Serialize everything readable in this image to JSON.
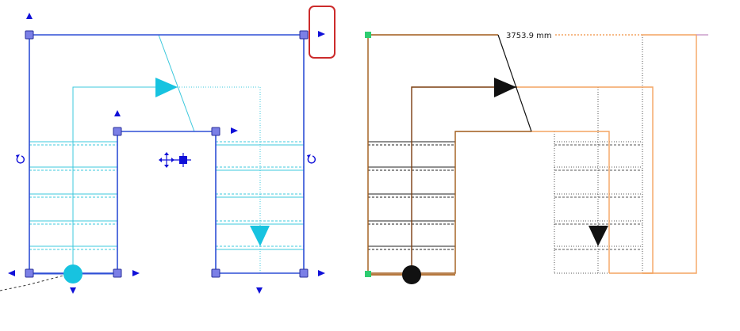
{
  "dimension": {
    "value_text": "3753.9 mm"
  },
  "icons": {
    "flip_arrow": "triangle-right",
    "rotate": "rotate-ccw",
    "move": "move-cross",
    "walk_arrow": "triangle"
  },
  "colors": {
    "outline_blue": "#2f4fd6",
    "handle_fill": "#7b7fe6",
    "handle_stroke": "#2a2f9a",
    "tread_cyan": "#3cc8dc",
    "arrow_cyan": "#17c3e0",
    "grip_arrow": "#1010d8",
    "highlight_red": "#cc2b2b",
    "brown": "#a05a18",
    "dark_brown": "#7a3d0f",
    "orange": "#f4a460",
    "pink": "#c896c8",
    "green": "#2ecc71",
    "black": "#111111"
  }
}
